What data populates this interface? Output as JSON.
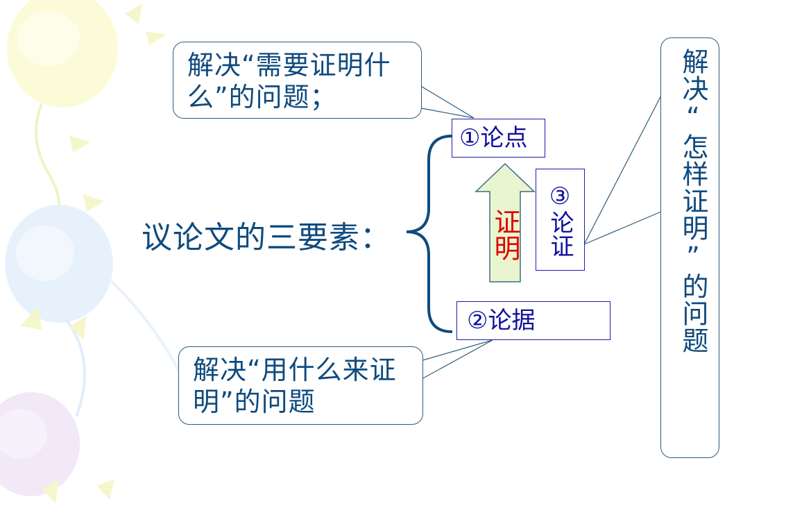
{
  "title": "议论文的三要素：",
  "elements": {
    "thesis": "①论点",
    "evidence": "②论据",
    "argumentation": "③论证"
  },
  "arrow_label": "证明",
  "callouts": {
    "thesis_note": "解决“需要证明什么”的问题；",
    "evidence_note": "解决“用什么来证明”的问题",
    "argumentation_note": "解决“怎样证明”的问题"
  },
  "colors": {
    "text": "#0f4a7e",
    "box_text": "#1010a0",
    "arrow_text": "#e00000",
    "arrow_fill": "#e9f5d0",
    "brace": "#0f4a7e"
  }
}
